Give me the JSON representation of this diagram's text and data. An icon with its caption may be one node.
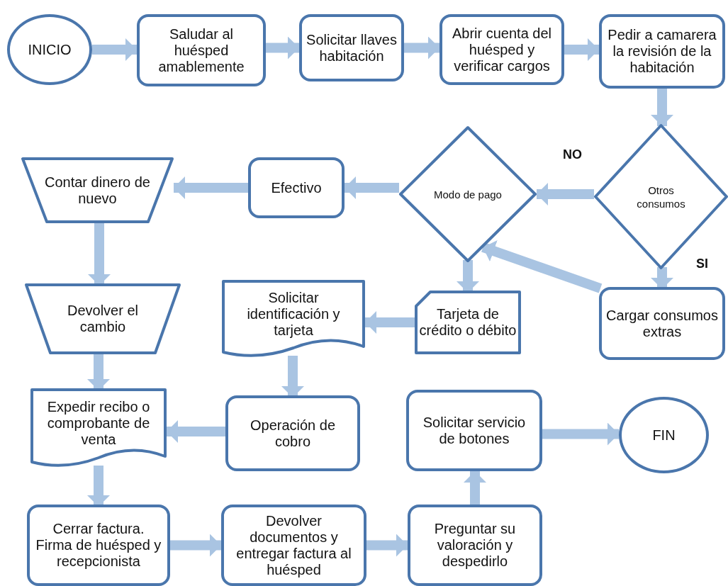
{
  "diagram": {
    "nodes": [
      {
        "text": [
          "INICIO"
        ]
      },
      {
        "text": [
          "Saludar al huésped amablemente"
        ]
      },
      {
        "text": [
          "Solicitar llaves habitación"
        ]
      },
      {
        "text": [
          "Abrir cuenta del huésped y verificar cargos"
        ]
      },
      {
        "text": [
          "Pedir a camarera la revisión de la habitación"
        ]
      },
      {
        "text": [
          "Otros consumos"
        ]
      },
      {
        "text": [
          "Modo de pago"
        ]
      },
      {
        "text": [
          "Efectivo"
        ]
      },
      {
        "text": [
          "Contar dinero de nuevo"
        ]
      },
      {
        "text": [
          "Devolver el cambio"
        ]
      },
      {
        "text": [
          "Tarjeta de crédito o débito"
        ]
      },
      {
        "text": [
          "Solicitar identificación y tarjeta"
        ]
      },
      {
        "text": [
          "Cargar consumos extras"
        ]
      },
      {
        "text": [
          "Expedir recibo o comprobante de venta"
        ]
      },
      {
        "text": [
          "Operación de cobro"
        ]
      },
      {
        "text": [
          "Solicitar servicio de botones"
        ]
      },
      {
        "text": [
          "FIN"
        ]
      },
      {
        "text": [
          "Cerrar factura. Firma de huésped y recepcionista"
        ]
      },
      {
        "text": [
          "Devolver documentos y entregar factura al huésped"
        ]
      },
      {
        "text": [
          "Preguntar su valoración y despedirlo"
        ]
      }
    ],
    "edges": [
      {
        "from": 0,
        "to": 1,
        "arrow": "to"
      },
      {
        "from": 1,
        "to": 2,
        "arrow": "to"
      },
      {
        "from": 2,
        "to": 3,
        "arrow": "to"
      },
      {
        "from": 3,
        "to": 4,
        "arrow": "to"
      },
      {
        "from": 4,
        "to": 5,
        "arrow": "to"
      },
      {
        "from": 5,
        "to": 6,
        "arrow": "to",
        "label": "NO"
      },
      {
        "from": 5,
        "to": 12,
        "arrow": "to",
        "label": "SI"
      },
      {
        "from": 12,
        "to": 6,
        "arrow": "to"
      },
      {
        "from": 6,
        "to": 7,
        "arrow": "to"
      },
      {
        "from": 7,
        "to": 8,
        "arrow": "to"
      },
      {
        "from": 8,
        "to": 9,
        "arrow": "to"
      },
      {
        "from": 9,
        "to": 13,
        "arrow": "to"
      },
      {
        "from": 6,
        "to": 10,
        "arrow": "to"
      },
      {
        "from": 10,
        "to": 11,
        "arrow": "to"
      },
      {
        "from": 11,
        "to": 14,
        "arrow": "to"
      },
      {
        "from": 14,
        "to": 13,
        "arrow": "to"
      },
      {
        "from": 13,
        "to": 17,
        "arrow": "to"
      },
      {
        "from": 17,
        "to": 18,
        "arrow": "to"
      },
      {
        "from": 18,
        "to": 19,
        "arrow": "to"
      },
      {
        "from": 19,
        "to": 15,
        "arrow": "to"
      },
      {
        "from": 15,
        "to": 16,
        "arrow": "to"
      }
    ]
  }
}
